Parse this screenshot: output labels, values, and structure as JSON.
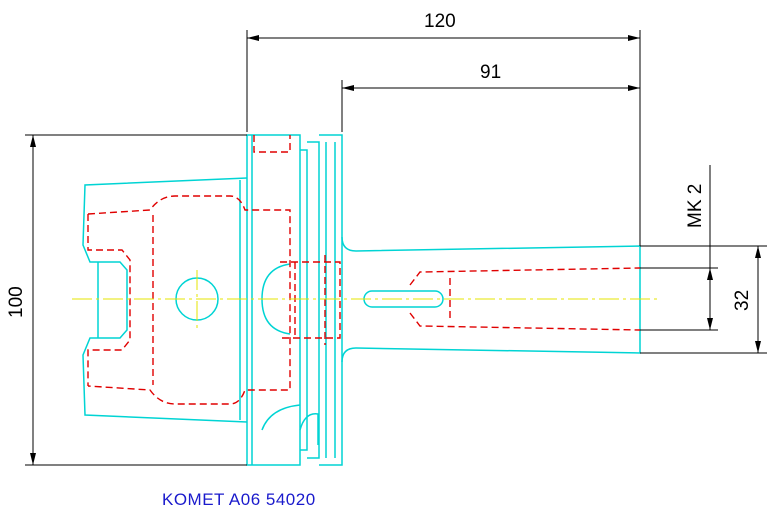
{
  "dimensions": {
    "overall_length": "120",
    "shank_length": "91",
    "flange_height": "100",
    "shank_diameter": "32",
    "taper": "MK 2"
  },
  "caption": "KOMET A06 54020",
  "colors": {
    "outline": "#00d4d4",
    "hidden_lines": "#e00000",
    "center_line": "#e6e600",
    "dimension": "#000000",
    "caption": "#1a1acc"
  }
}
